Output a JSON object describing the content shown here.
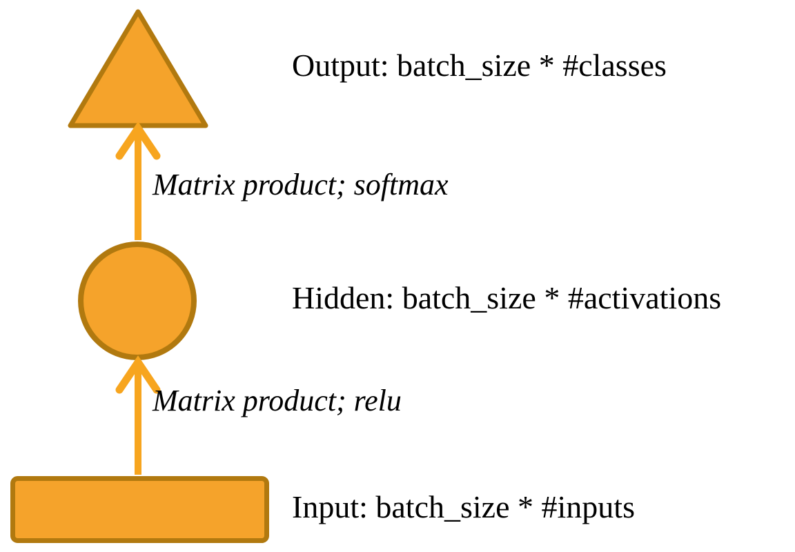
{
  "diagram": {
    "nodes": [
      {
        "id": "output",
        "shape": "triangle",
        "label": "Output: batch_size * #classes"
      },
      {
        "id": "hidden",
        "shape": "circle",
        "label": "Hidden: batch_size * #activations"
      },
      {
        "id": "input",
        "shape": "rectangle",
        "label": "Input: batch_size * #inputs"
      }
    ],
    "edges": [
      {
        "from": "hidden",
        "to": "output",
        "label": "Matrix product; softmax"
      },
      {
        "from": "input",
        "to": "hidden",
        "label": "Matrix product; relu"
      }
    ],
    "colors": {
      "shape_fill": "#F5A32B",
      "shape_border": "#B1790F",
      "arrow": "#F7A51F",
      "text": "#000000",
      "background": "#FFFFFF"
    }
  }
}
